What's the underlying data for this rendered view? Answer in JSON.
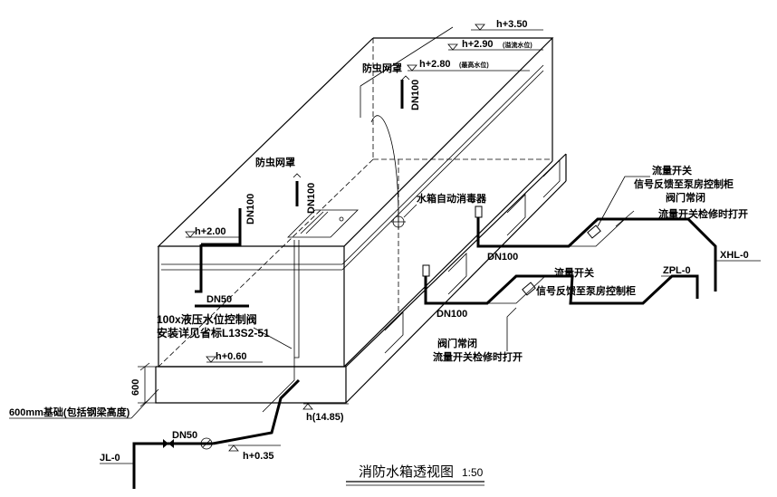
{
  "title": "消防水箱透视图",
  "scale": "1:50",
  "levels": {
    "h350": "h+3.50",
    "h290": "h+2.90",
    "h290_note": "(溢流水位)",
    "h280": "h+2.80",
    "h280_note": "(最高水位)",
    "h200": "h+2.00",
    "h060": "h+0.60",
    "h035": "h+0.35",
    "h1485": "h(14.85)"
  },
  "labels": {
    "insect_screen_1": "防虫网罩",
    "insect_screen_2": "防虫网罩",
    "dn100_a": "DN100",
    "dn100_b": "DN100",
    "dn100_c": "DN100",
    "dn100_d": "DN100",
    "dn100_e": "DN100",
    "dn50_a": "DN50",
    "dn50_b": "DN50",
    "disinfector": "水箱自动消毒器",
    "valve_note_1": "100x液压水位控制阀",
    "valve_note_2": "安装详见省标L13S2-51",
    "foundation": "600mm基础(包括钢梁高度)",
    "dim_600": "600",
    "jl": "JL-0",
    "xhl": "XHL-0",
    "zpl": "ZPL-0",
    "flow_switch_1": "流量开关",
    "signal_1": "信号反馈至泵房控制柜",
    "valve_closed_1": "阀门常闭",
    "open_maint_1": "流量开关检修时打开",
    "flow_switch_2": "流量开关",
    "signal_2": "信号反馈至泵房控制柜",
    "valve_closed_2": "阀门常闭",
    "open_maint_2": "流量开关检修时打开"
  }
}
